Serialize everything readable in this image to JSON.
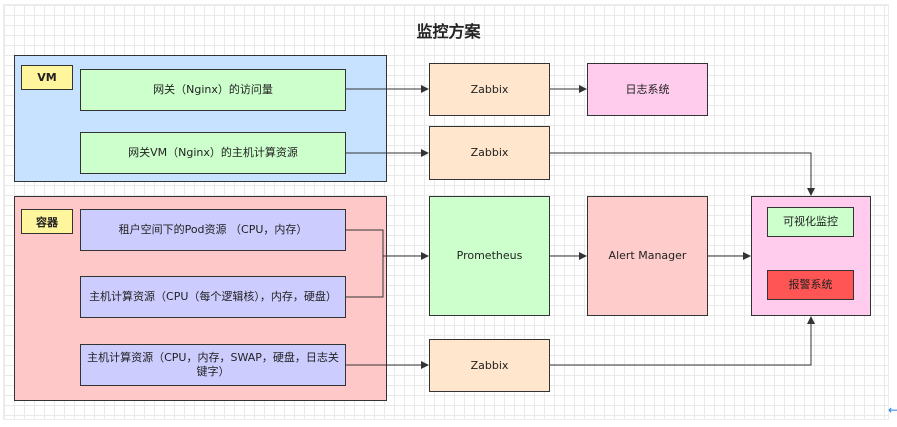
{
  "title": "监控方案",
  "groups": {
    "vm": {
      "tag": "VM",
      "fill": "#c6e2ff"
    },
    "container": {
      "tag": "容器",
      "fill": "#ffc8c8"
    }
  },
  "sources": {
    "gateway_traffic": "网关（Nginx）的访问量",
    "gateway_host_resources": "网关VM（Nginx）的主机计算资源",
    "pod_resources": "租户空间下的Pod资源 （CPU，内存）",
    "host_resources_cpu": "主机计算资源（CPU（每个逻辑核），内存，硬盘）",
    "host_resources_swap": "主机计算资源（CPU，内存，SWAP，硬盘，日志关键字）"
  },
  "collectors": {
    "zabbix_1": "Zabbix",
    "zabbix_2": "Zabbix",
    "prometheus": "Prometheus",
    "zabbix_3": "Zabbix"
  },
  "targets": {
    "log_system": "日志系统",
    "alert_manager": "Alert Manager",
    "visual_monitor": "可视化监控",
    "alarm_system": "报警系统"
  },
  "colors": {
    "source_green": "#ccffcc",
    "source_purple": "#ccccff",
    "collector_orange": "#ffe6cc",
    "log_pink": "#ffccee",
    "alert_pink": "#ffcccc",
    "dashboard_pink": "#ffccee",
    "alarm_red": "#ff5555",
    "edge": "#333333"
  },
  "icons": {
    "nav": "arrow-left-icon"
  }
}
